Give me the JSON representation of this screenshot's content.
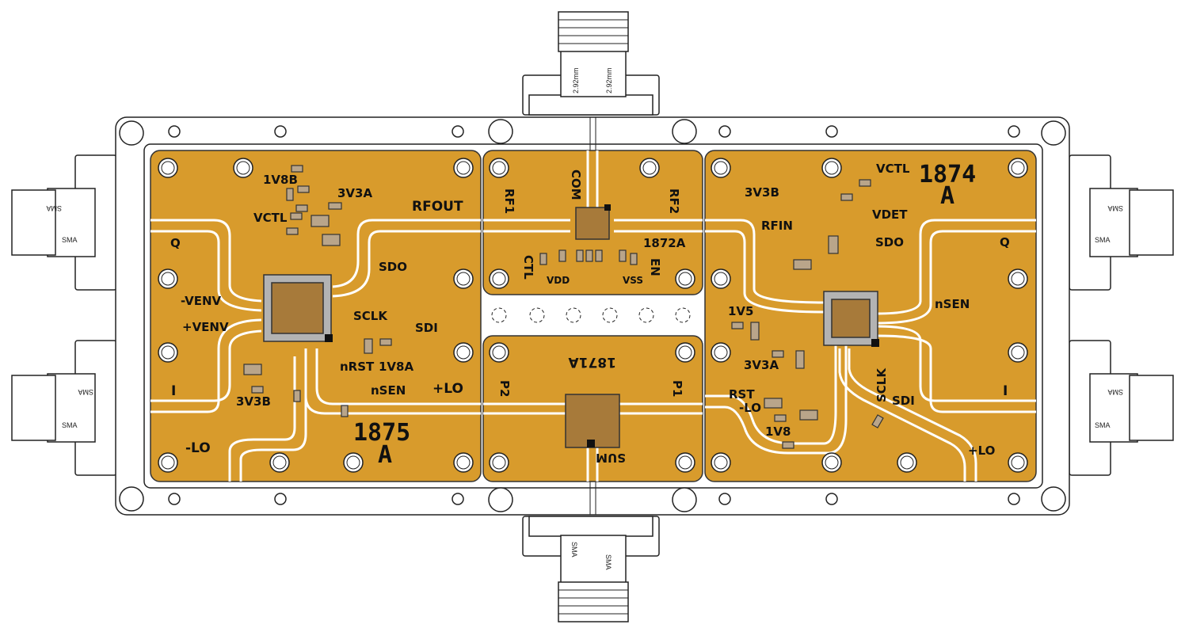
{
  "colors": {
    "board": "#d89b2c",
    "trace": "#ffffff",
    "outline": "#222222",
    "chip": "#a77a3a"
  },
  "connectors": {
    "top_label": "2.92mm",
    "bottom_label": "SMA",
    "side_label": "SMA"
  },
  "left_board": {
    "part_number": "1875",
    "revision": "A",
    "labels": [
      "1V8B",
      "3V3A",
      "RFOUT",
      "VCTL",
      "Q",
      "-VENV",
      "+VENV",
      "SDO",
      "SCLK",
      "SDI",
      "nRST",
      "1V8A",
      "nSEN",
      "+LO",
      "I",
      "3V3B",
      "-LO"
    ]
  },
  "switch_board": {
    "part_number": "1872A",
    "labels": [
      "COM",
      "RF1",
      "RF2",
      "CTL",
      "VDD",
      "VSS",
      "EN"
    ]
  },
  "combiner_board": {
    "part_number": "1871A",
    "labels": [
      "P2",
      "P1",
      "SUM"
    ]
  },
  "right_board": {
    "part_number": "1874",
    "revision": "A",
    "labels": [
      "VCTL",
      "3V3B",
      "VDET",
      "RFIN",
      "SDO",
      "Q",
      "nSEN",
      "1V5",
      "3V3A",
      "RST",
      "-LO",
      "SCLK",
      "SDI",
      "I",
      "1V8",
      "+LO"
    ]
  }
}
